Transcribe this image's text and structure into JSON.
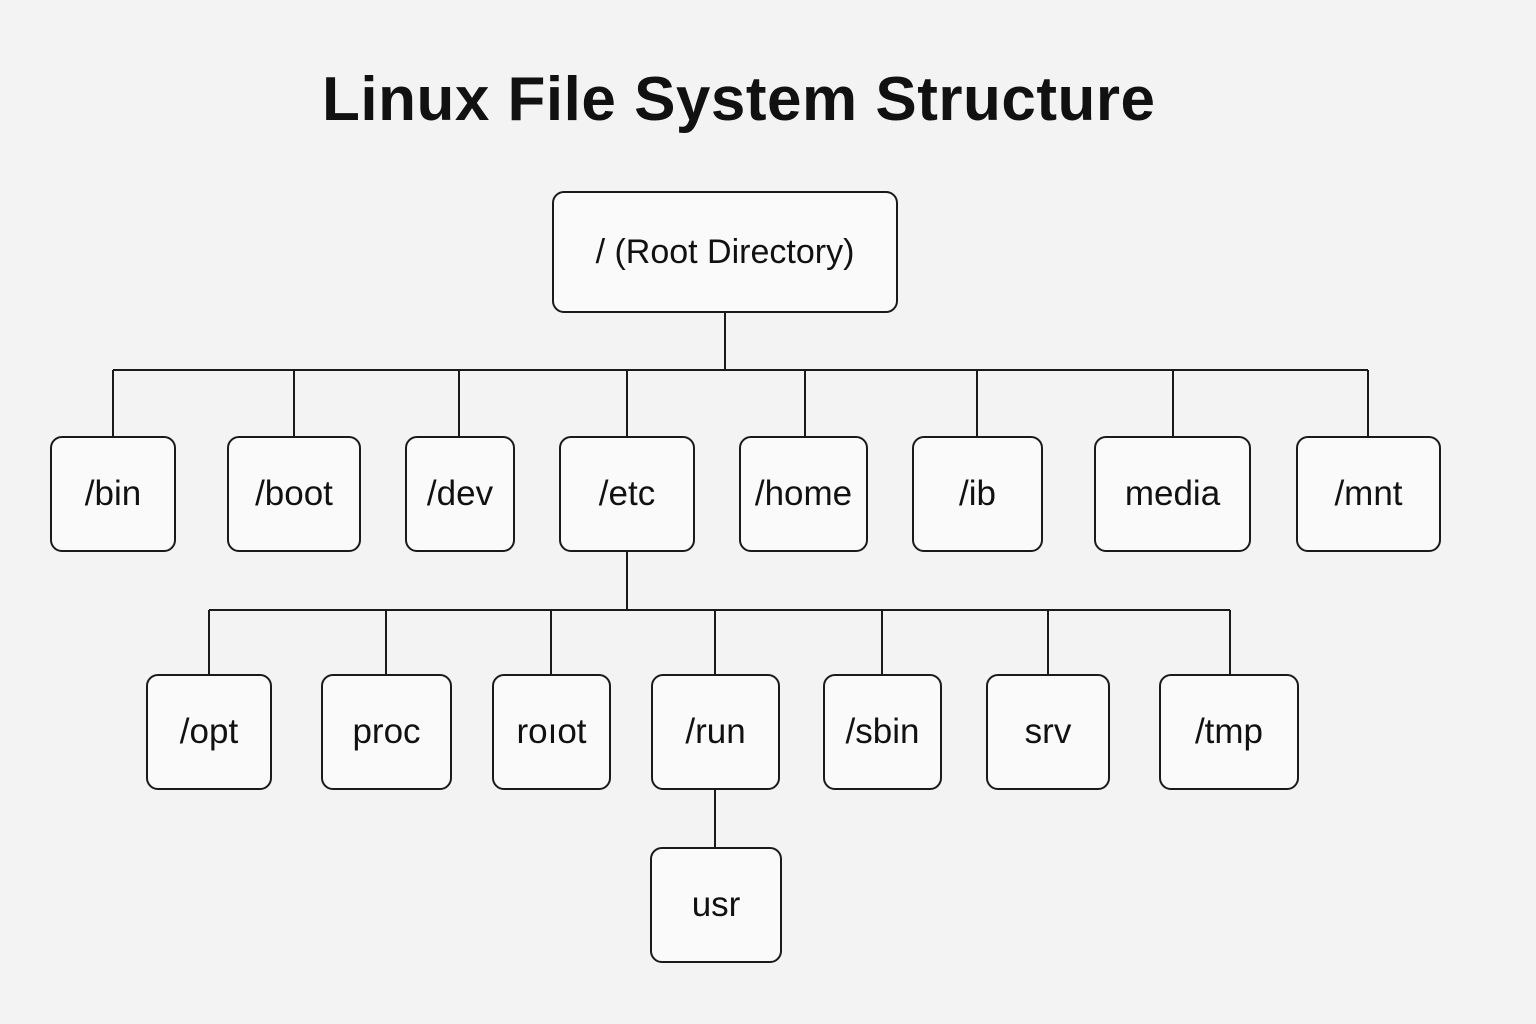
{
  "title": "Linux File System Structure",
  "root": {
    "label": "/  (Root Directory)"
  },
  "level1": [
    {
      "label": "/bin"
    },
    {
      "label": "/boot"
    },
    {
      "label": "/dev"
    },
    {
      "label": "/etc"
    },
    {
      "label": "/home"
    },
    {
      "label": "/ib"
    },
    {
      "label": "media"
    },
    {
      "label": "/mnt"
    }
  ],
  "level2": [
    {
      "label": "/opt"
    },
    {
      "label": "proc"
    },
    {
      "label": "roıot"
    },
    {
      "label": "/run"
    },
    {
      "label": "/sbin"
    },
    {
      "label": "srv"
    },
    {
      "label": "/tmp"
    }
  ],
  "level3": [
    {
      "label": "usr"
    }
  ],
  "colors": {
    "background": "#f3f3f3",
    "stroke": "#1a1a1a",
    "box_fill": "#fafafa"
  }
}
